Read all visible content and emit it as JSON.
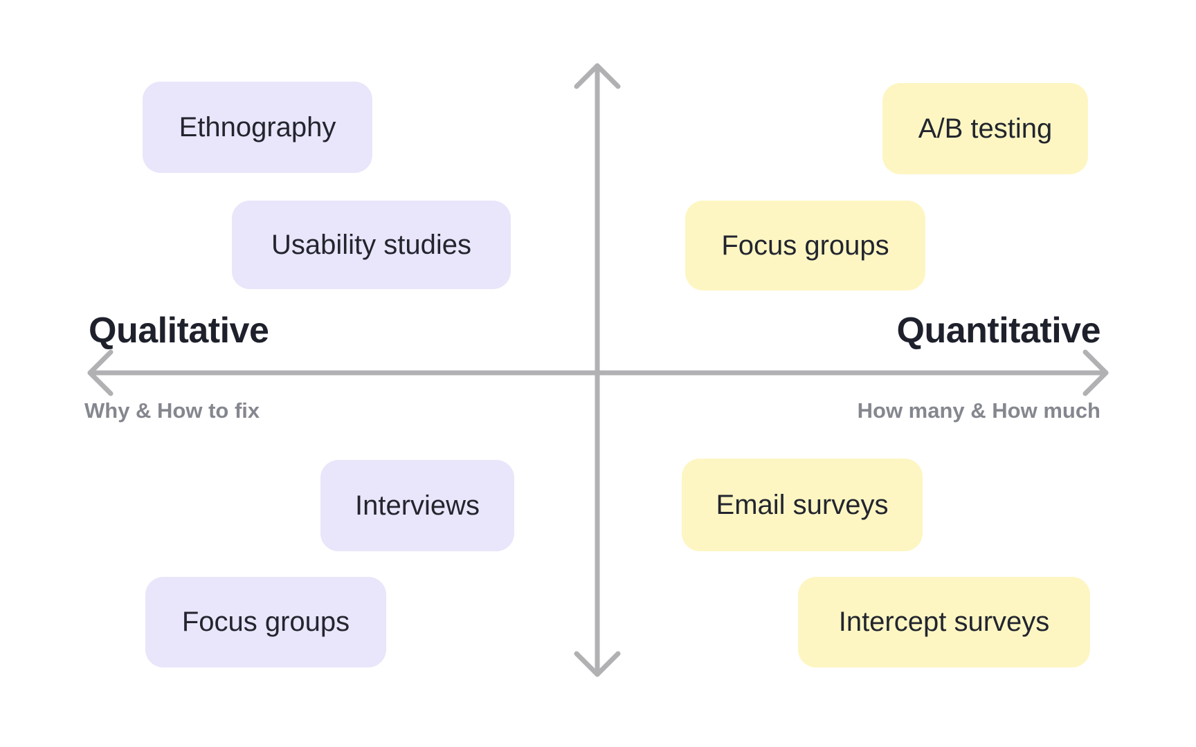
{
  "diagram": {
    "type": "two-by-two-quadrant",
    "background": "#ffffff"
  },
  "axes": {
    "arrow_color": "#b1b1b4",
    "horizontal": {
      "left_title": "Qualitative",
      "left_subtitle": "Why & How to fix",
      "right_title": "Quantitative",
      "right_subtitle": "How many & How much"
    },
    "vertical": {
      "top_label": "",
      "bottom_label": ""
    }
  },
  "colors": {
    "card_purple_bg": "#e9e5fa",
    "card_yellow_bg": "#fdf6c3",
    "card_text": "#22252e",
    "axis_title_text": "#1e212b",
    "axis_subtitle_text": "#85878f",
    "arrow": "#b1b1b4"
  },
  "cards": [
    {
      "label": "Ethnography",
      "variant": "purple",
      "quadrant": "top-left"
    },
    {
      "label": "Usability studies",
      "variant": "purple",
      "quadrant": "top-left"
    },
    {
      "label": "A/B testing",
      "variant": "yellow",
      "quadrant": "top-right"
    },
    {
      "label": "Focus groups",
      "variant": "yellow",
      "quadrant": "top-right"
    },
    {
      "label": "Interviews",
      "variant": "purple",
      "quadrant": "bottom-left"
    },
    {
      "label": "Focus groups",
      "variant": "purple",
      "quadrant": "bottom-left"
    },
    {
      "label": "Email surveys",
      "variant": "yellow",
      "quadrant": "bottom-right"
    },
    {
      "label": "Intercept surveys",
      "variant": "yellow",
      "quadrant": "bottom-right"
    }
  ]
}
